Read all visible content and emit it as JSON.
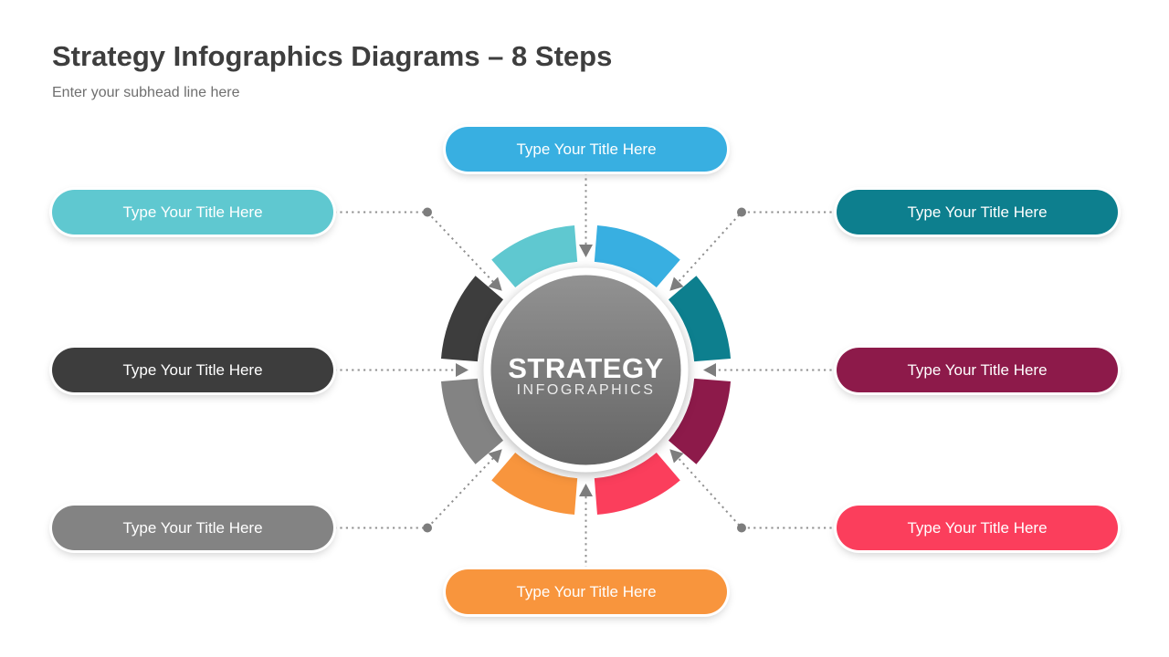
{
  "header": {
    "title": "Strategy Infographics Diagrams – 8 Steps",
    "subhead": "Enter your subhead line here"
  },
  "center": {
    "title": "STRATEGY",
    "subtitle": "INFOGRAPHICS"
  },
  "steps": [
    {
      "position": "top",
      "label": "Type Your Title Here",
      "color": "#38AFE1"
    },
    {
      "position": "upper-left",
      "label": "Type Your Title Here",
      "color": "#5FC8D0"
    },
    {
      "position": "upper-right",
      "label": "Type Your Title Here",
      "color": "#0D7F8E"
    },
    {
      "position": "middle-left",
      "label": "Type Your Title Here",
      "color": "#3D3D3D"
    },
    {
      "position": "middle-right",
      "label": "Type Your Title Here",
      "color": "#8D1A4A"
    },
    {
      "position": "lower-left",
      "label": "Type Your Title Here",
      "color": "#838383"
    },
    {
      "position": "lower-right",
      "label": "Type Your Title Here",
      "color": "#FB3E5C"
    },
    {
      "position": "bottom",
      "label": "Type Your Title Here",
      "color": "#F8953D"
    }
  ],
  "diagram": {
    "ring_segments_clockwise_from_north": [
      "#38AFE1",
      "#0D7F8E",
      "#8D1A4A",
      "#FB3E5C",
      "#F8953D",
      "#838383",
      "#3D3D3D",
      "#5FC8D0"
    ],
    "connector_color": "#909090",
    "arrow_color": "#7d7d7d",
    "dot_color": "#7d7d7d",
    "center_gradient_top": "#929292",
    "center_gradient_bottom": "#656565",
    "center_ring_color": "#ffffff"
  }
}
